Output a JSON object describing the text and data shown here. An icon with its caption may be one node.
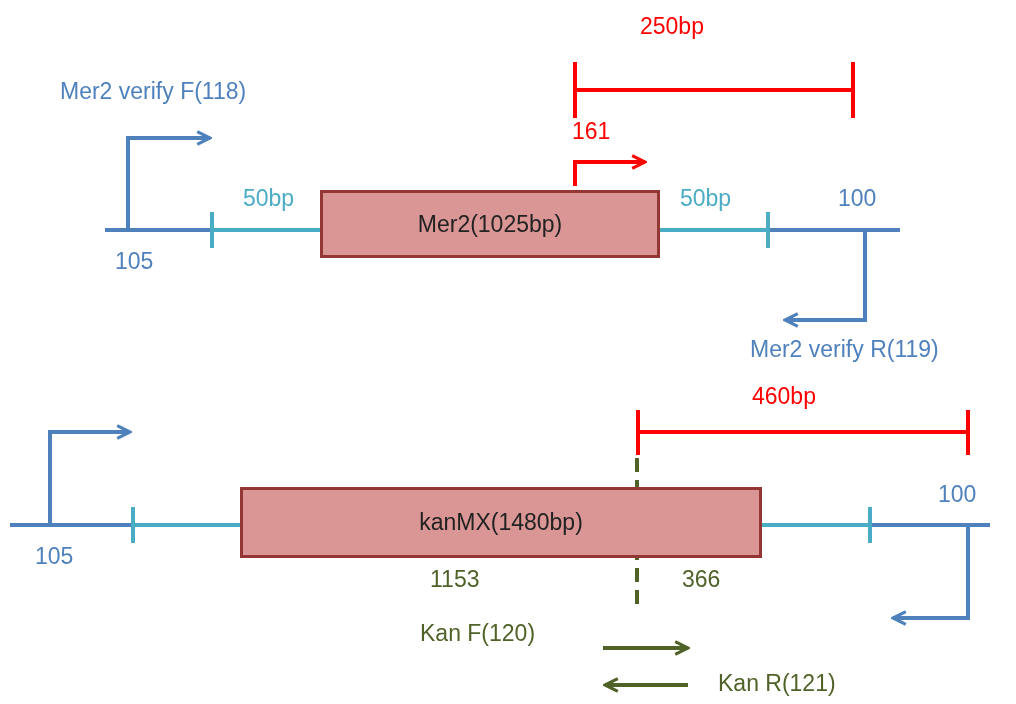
{
  "diagram": {
    "nodes": [
      {
        "text": [
          "Mer2(1025bp)"
        ]
      },
      {
        "text": [
          "kanMX(1480bp)"
        ]
      }
    ],
    "labels": [
      "250bp",
      "Mer2 verify F(118)",
      "161",
      "50bp",
      "50bp",
      "100",
      "105",
      "Mer2 verify R(119)",
      "460bp",
      "100",
      "105",
      "1153",
      "366",
      "Kan F(120)",
      "Kan R(121)"
    ]
  }
}
